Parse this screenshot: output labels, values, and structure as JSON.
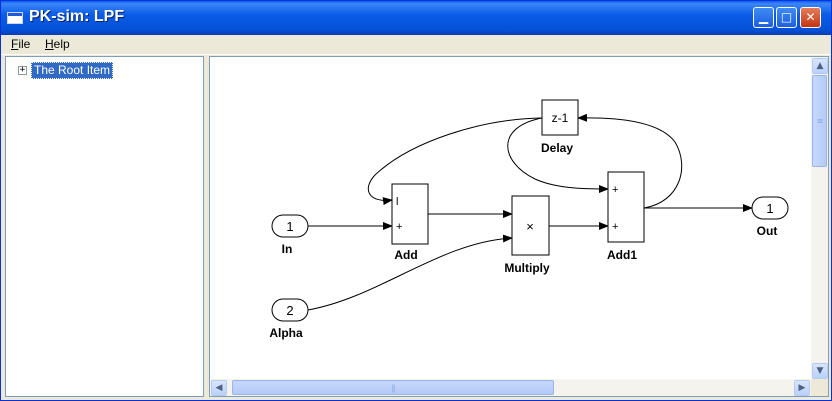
{
  "window": {
    "title": "PK-sim: LPF"
  },
  "title_buttons": {
    "minimize_icon": "minimize-icon",
    "maximize_icon": "maximize-icon",
    "close_icon": "close-icon"
  },
  "menu": [
    {
      "label": "File",
      "mnemonic": "F",
      "rest": "ile"
    },
    {
      "label": "Help",
      "mnemonic": "H",
      "rest": "elp"
    }
  ],
  "tree": {
    "root_label": "The Root Item",
    "expander": "+"
  },
  "diagram": {
    "blocks": {
      "in": {
        "number": "1",
        "label": "In"
      },
      "alpha": {
        "number": "2",
        "label": "Alpha"
      },
      "add": {
        "label": "Add",
        "port1": "l",
        "port2": "+"
      },
      "multiply": {
        "label": "Multiply",
        "symbol": "×"
      },
      "delay": {
        "label": "Delay",
        "text": "z-1"
      },
      "add1": {
        "label": "Add1",
        "port1": "+",
        "port2": "+"
      },
      "out": {
        "number": "1",
        "label": "Out"
      }
    }
  },
  "colors": {
    "titlebar": "#0a5ce8",
    "selection": "#316ac5",
    "chrome": "#ece9d8"
  }
}
